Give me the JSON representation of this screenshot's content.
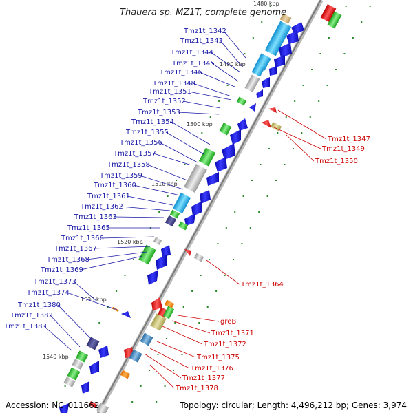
{
  "title": "Thauera sp. MZ1T, complete genome",
  "footer": {
    "accession": "Accession: NC_011662",
    "summary": "Topology: circular; Length: 4,496,212 bp; Genes: 3,974"
  },
  "kbp_ticks": [
    "1480 kbp",
    "1490 kbp",
    "1500 kbp",
    "1510 kbp",
    "1520 kbp",
    "1530 kbp",
    "1540 kbp"
  ],
  "blue_labels": [
    "Tmz1t_1342",
    "Tmz1t_1343",
    "Tmz1t_1344",
    "Tmz1t_1345",
    "Tmz1t_1346",
    "Tmz1t_1348",
    "Tmz1t_1351",
    "Tmz1t_1352",
    "Tmz1t_1353",
    "Tmz1t_1354",
    "Tmz1t_1355",
    "Tmz1t_1356",
    "Tmz1t_1357",
    "Tmz1t_1358",
    "Tmz1t_1359",
    "Tmz1t_1360",
    "Tmz1t_1361",
    "Tmz1t_1362",
    "Tmz1t_1363",
    "Tmz1t_1365",
    "Tmz1t_1366",
    "Tmz1t_1367",
    "Tmz1t_1368",
    "Tmz1t_1369",
    "Tmz1t_1373",
    "Tmz1t_1374",
    "Tmz1t_1380",
    "Tmz1t_1382",
    "Tmz1t_1383"
  ],
  "red_labels": [
    "Tmz1t_1347",
    "Tmz1t_1349",
    "Tmz1t_1350",
    "Tmz1t_1364",
    "greB",
    "Tmz1t_1371",
    "Tmz1t_1372",
    "Tmz1t_1375",
    "Tmz1t_1376",
    "Tmz1t_1377",
    "Tmz1t_1378"
  ],
  "colors": {
    "forward_strand": "#1010e0",
    "reverse_strand": "#e01010",
    "backbone": "#888888",
    "label_blue": "#1a1aa6",
    "label_red": "#cc0000"
  }
}
